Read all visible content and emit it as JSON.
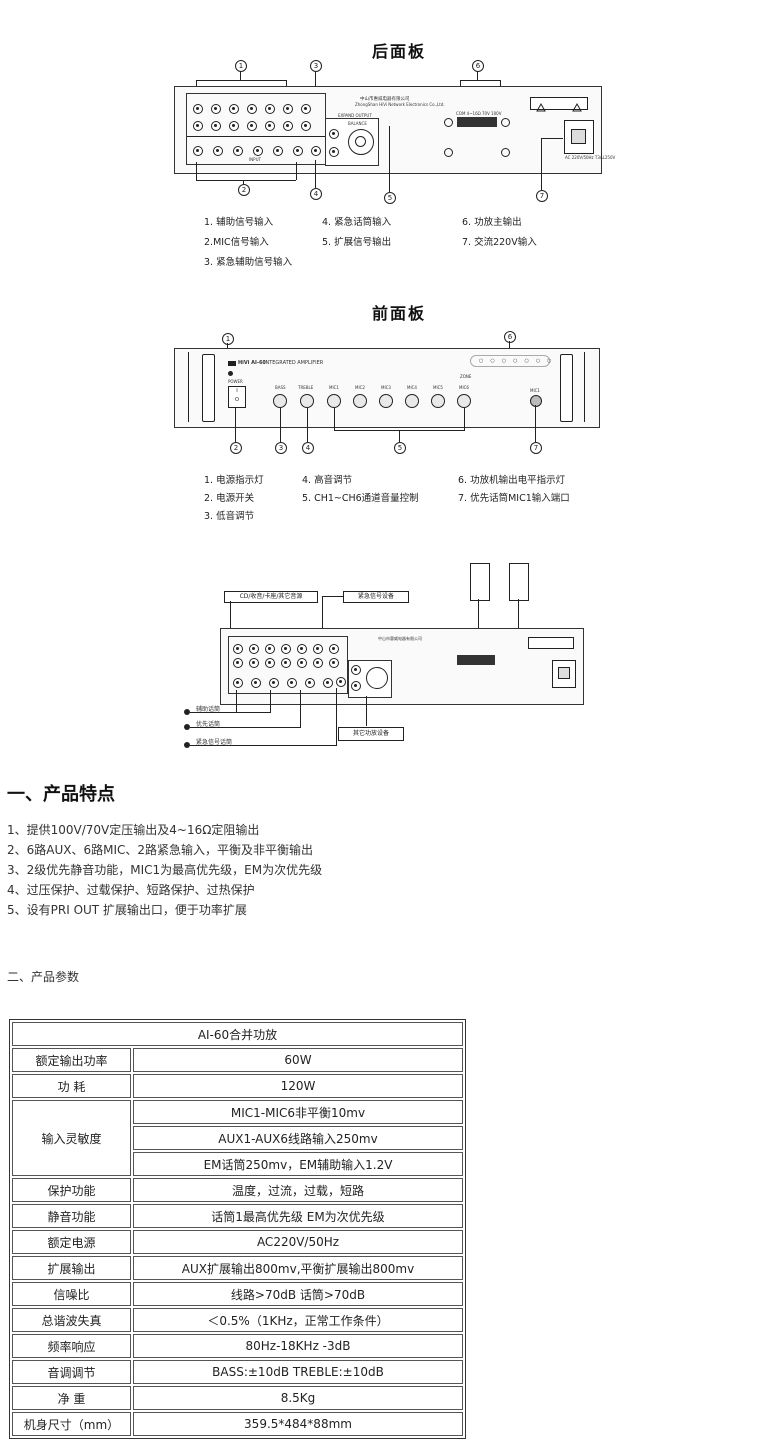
{
  "rear": {
    "title": "后面板",
    "legend": [
      "1. 辅助信号输入",
      "2.MIC信号输入",
      "3. 紧急辅助信号输入",
      "4. 紧急话筒输入",
      "5. 扩展信号输出",
      "6. 功放主输出",
      "7. 交流220V输入"
    ],
    "labels": {
      "company_cn": "中山市惠威电器有限公司",
      "company_en": "ZhongShan HiVi Network Electronics Co.,Ltd.",
      "expand_output": "EXPAND OUTPUT",
      "balance": "BALANCE",
      "input": "INPUT",
      "com": "COM 4~16Ω 70V 100V",
      "ac": "AC 220V/50Hz T3AL250V"
    }
  },
  "front": {
    "title": "前面板",
    "legend": [
      "1. 电源指示灯",
      "2. 电源开关",
      "3. 低音调节",
      "4. 高音调节",
      "5. CH1~CH6通道音量控制",
      "6. 功放机输出电平指示灯",
      "7. 优先话筒MIC1输入端口"
    ],
    "labels": {
      "brand": "HiVi AI-60",
      "model_desc": "INTEGRATED AMPLIFIER",
      "power": "POWER",
      "bass": "BASS",
      "treble": "TREBLE",
      "mic1": "MIC1",
      "mic2": "MIC2",
      "mic3": "MIC3",
      "mic4": "MIC4",
      "mic5": "MIC5",
      "mic6": "MIC6",
      "zone": "ZONE",
      "mic_port": "MIC1"
    }
  },
  "wiring": {
    "cd_box": "CD/收音/卡座/其它音源",
    "emergency_box": "紧急信号设备",
    "aux_mic": "辅助话筒",
    "priority_mic": "优先话筒",
    "emergency_mic": "紧急信号话筒",
    "other_amp": "其它功放设备"
  },
  "features": {
    "title": "一、产品特点",
    "items": [
      "1、提供100V/70V定压输出及4~16Ω定阻输出",
      "2、6路AUX、6路MIC、2路紧急输入，平衡及非平衡输出",
      "3、2级优先静音功能，MIC1为最高优先级，EM为次优先级",
      "4、过压保护、过载保护、短路保护、过热保护",
      "5、设有PRI OUT 扩展输出口，便于功率扩展"
    ]
  },
  "params": {
    "title": "二、产品参数",
    "header": "AI-60合并功放",
    "rows": [
      {
        "label": "额定输出功率",
        "value": "60W"
      },
      {
        "label": "功  耗",
        "value": "120W"
      },
      {
        "label": "输入灵敏度",
        "values": [
          "MIC1-MIC6非平衡10mv",
          "AUX1-AUX6线路输入250mv",
          "EM话筒250mv，EM辅助输入1.2V"
        ]
      },
      {
        "label": "保护功能",
        "value": "温度，过流，过载，短路"
      },
      {
        "label": "静音功能",
        "value": "话筒1最高优先级 EM为次优先级"
      },
      {
        "label": "额定电源",
        "value": "AC220V/50Hz"
      },
      {
        "label": "扩展输出",
        "value": "AUX扩展输出800mv,平衡扩展输出800mv"
      },
      {
        "label": "信噪比",
        "value": "线路>70dB 话筒>70dB"
      },
      {
        "label": "总谐波失真",
        "value": "＜0.5%（1KHz，正常工作条件）"
      },
      {
        "label": "频率响应",
        "value": "80Hz-18KHz  -3dB"
      },
      {
        "label": "音调调节",
        "value": "BASS:±10dB TREBLE:±10dB"
      },
      {
        "label": "净  重",
        "value": "8.5Kg"
      },
      {
        "label": "机身尺寸（mm）",
        "value": "359.5*484*88mm"
      }
    ]
  }
}
